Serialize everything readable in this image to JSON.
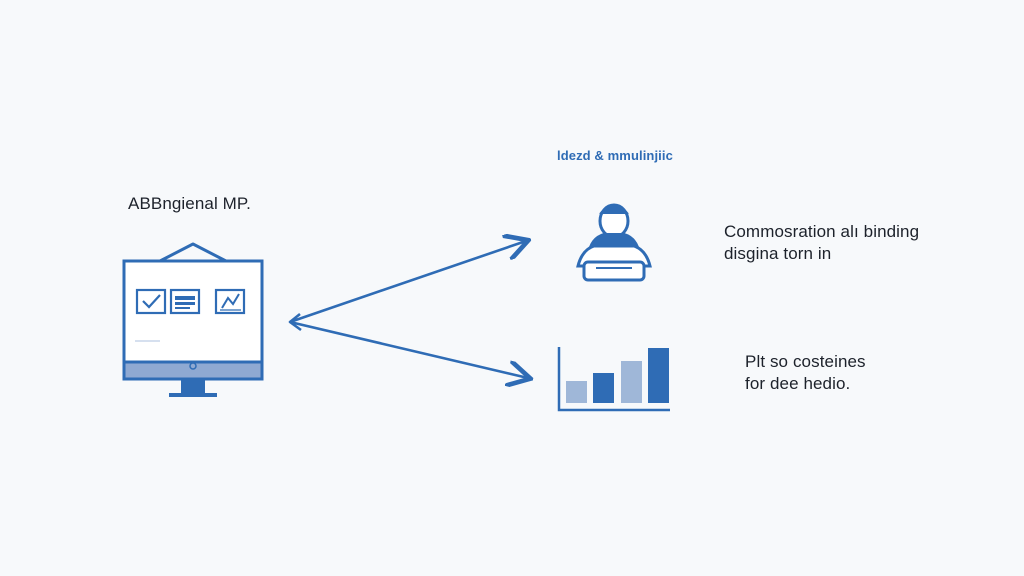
{
  "diagram": {
    "source": {
      "caption": "ABBngienal MP.",
      "icon": "computer-monitor-icon",
      "screen_icons": [
        "checkbox-icon",
        "document-stack-icon",
        "chart-tile-icon"
      ]
    },
    "top_target": {
      "caption": "ldezd & mmulinjiic",
      "icon": "person-at-desk-icon",
      "description_lines": [
        "Commosration alı binding",
        "disgina torn in"
      ]
    },
    "bottom_target": {
      "icon": "bar-chart-icon",
      "description_lines": [
        "Plt so costeines",
        "for dee hedio."
      ]
    },
    "connector_icon": "double-arrow-icon"
  },
  "colors": {
    "accent": "#2f6cb5",
    "accent_light": "#9fb7d8",
    "text": "#1d222b",
    "background": "#f7f9fb"
  }
}
